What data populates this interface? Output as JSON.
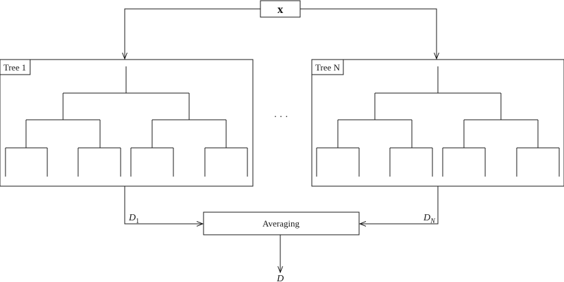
{
  "input": {
    "label": "x"
  },
  "trees": [
    {
      "label": "Tree 1",
      "output_base": "D",
      "output_sub": "1"
    },
    {
      "label": "Tree N",
      "output_base": "D",
      "output_sub": "N"
    }
  ],
  "ellipsis": "· · ·",
  "averaging": {
    "label": "Averaging"
  },
  "output": {
    "label": "D"
  },
  "colors": {
    "stroke": "#1a1a1a",
    "background": "#ffffff"
  }
}
